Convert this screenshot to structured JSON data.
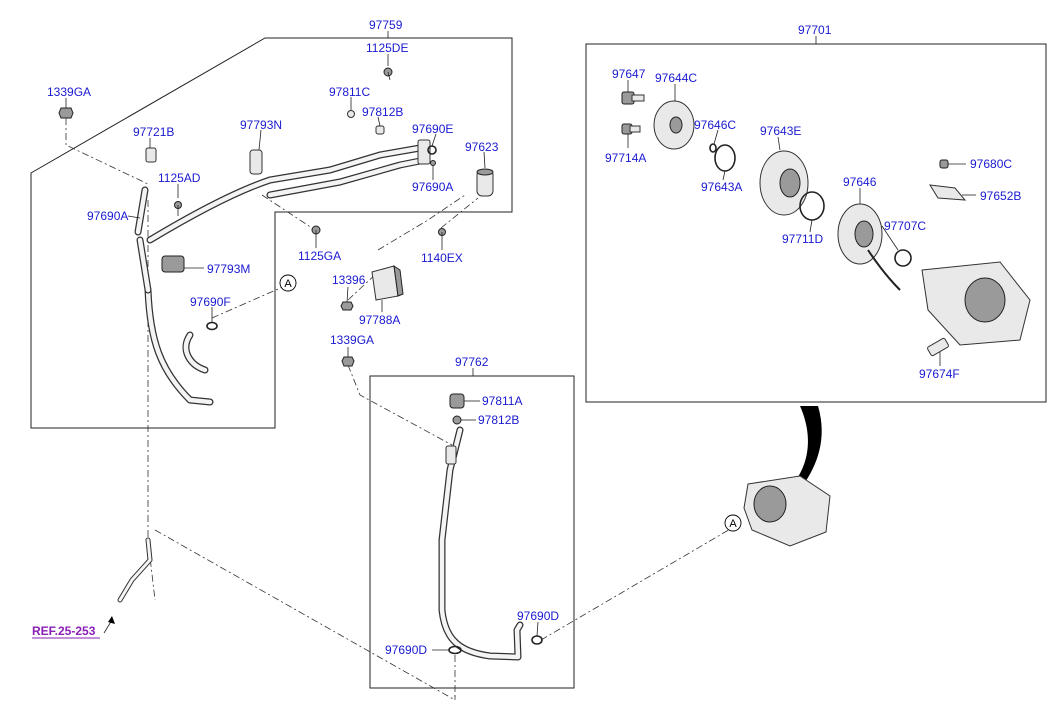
{
  "assemblies": {
    "hose_assy_label": "97759",
    "discharge_hose_label": "97762",
    "compressor_assy_label": "97701"
  },
  "parts": {
    "p1125DE": "1125DE",
    "p1339GA_top": "1339GA",
    "p97721B": "97721B",
    "p1125AD": "1125AD",
    "p97690A_left": "97690A",
    "p97793N": "97793N",
    "p97811C": "97811C",
    "p97812B_top": "97812B",
    "p97690E": "97690E",
    "p97623": "97623",
    "p97690A_right": "97690A",
    "p1125GA": "1125GA",
    "p1140EX": "1140EX",
    "p97793M": "97793M",
    "p97690F": "97690F",
    "p13396": "13396",
    "p97788A": "97788A",
    "p1339GA_mid": "1339GA",
    "p97811A": "97811A",
    "p97812B_bottom": "97812B",
    "p97690D_right": "97690D",
    "p97690D_left": "97690D",
    "p97647": "97647",
    "p97644C": "97644C",
    "p97646C": "97646C",
    "p97714A": "97714A",
    "p97643E": "97643E",
    "p97643A": "97643A",
    "p97646": "97646",
    "p97711D": "97711D",
    "p97707C": "97707C",
    "p97680C": "97680C",
    "p97652B": "97652B",
    "p97674F": "97674F"
  },
  "reference_link": "REF.25-253",
  "callouts": {
    "a_upper": "A",
    "a_lower": "A"
  }
}
